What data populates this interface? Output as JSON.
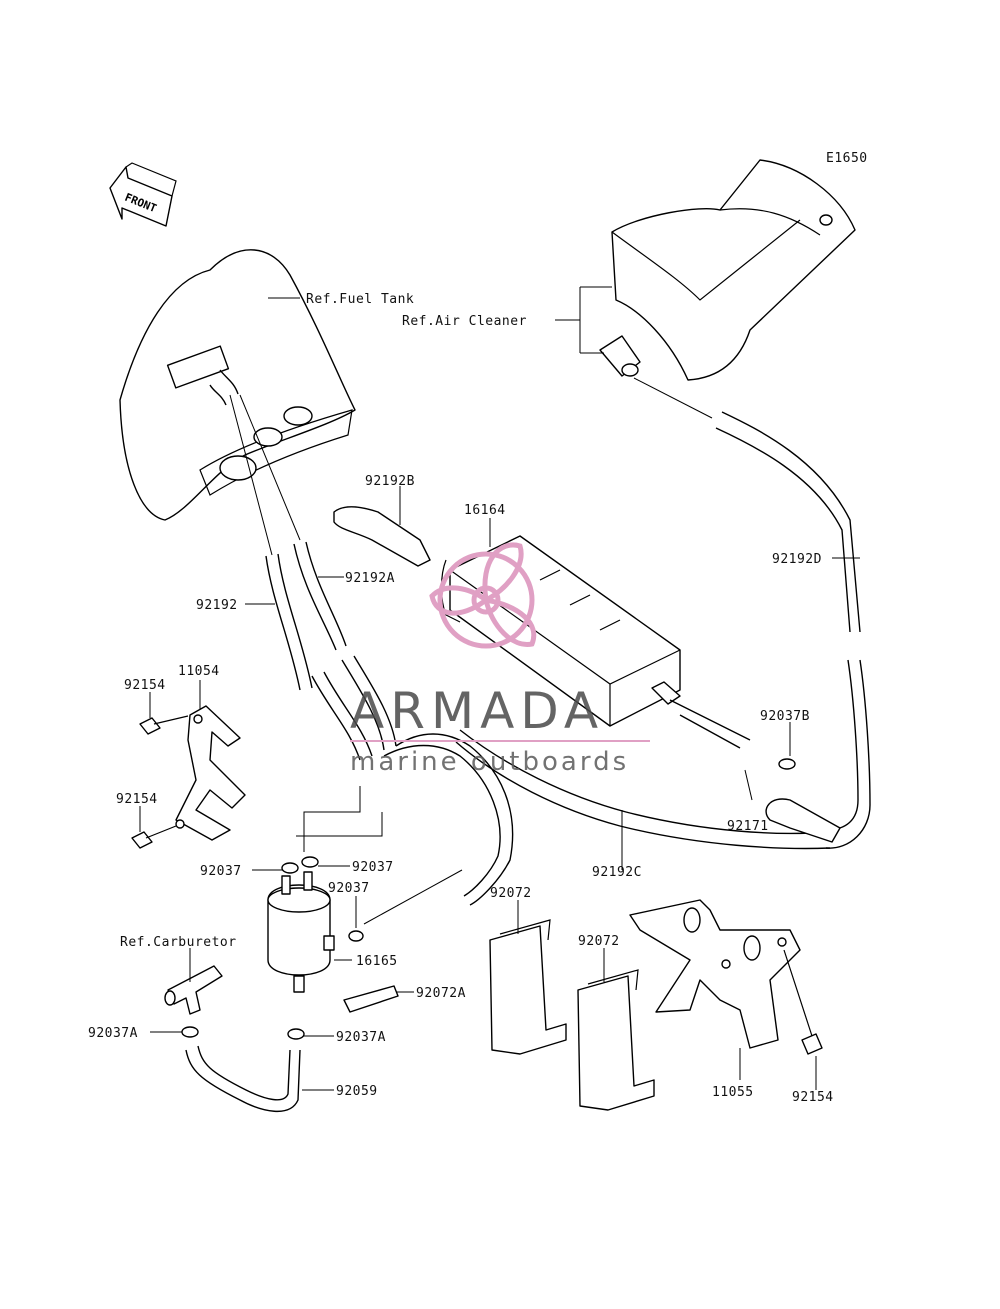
{
  "diagram_code": "E1650",
  "front_label": "FRONT",
  "watermark": {
    "brand": "ARMADA",
    "tagline": "marine outboards",
    "pink": "#e0a0c4",
    "gray": "#555555"
  },
  "labels": {
    "ref_fuel_tank": "Ref.Fuel Tank",
    "ref_air_cleaner": "Ref.Air Cleaner",
    "ref_carburetor": "Ref.Carburetor",
    "p92192B": "92192B",
    "p16164": "16164",
    "p92192D": "92192D",
    "p92192A": "92192A",
    "p92192": "92192",
    "p11054": "11054",
    "p92154_a": "92154",
    "p92154_b": "92154",
    "p92037B": "92037B",
    "p92171": "92171",
    "p92037_a": "92037",
    "p92037_b": "92037",
    "p92037_c": "92037",
    "p92192C": "92192C",
    "p92072_a": "92072",
    "p92072_b": "92072",
    "p16165": "16165",
    "p92072A": "92072A",
    "p92037A_a": "92037A",
    "p92037A_b": "92037A",
    "p92059": "92059",
    "p11055": "11055",
    "p92154_c": "92154"
  }
}
